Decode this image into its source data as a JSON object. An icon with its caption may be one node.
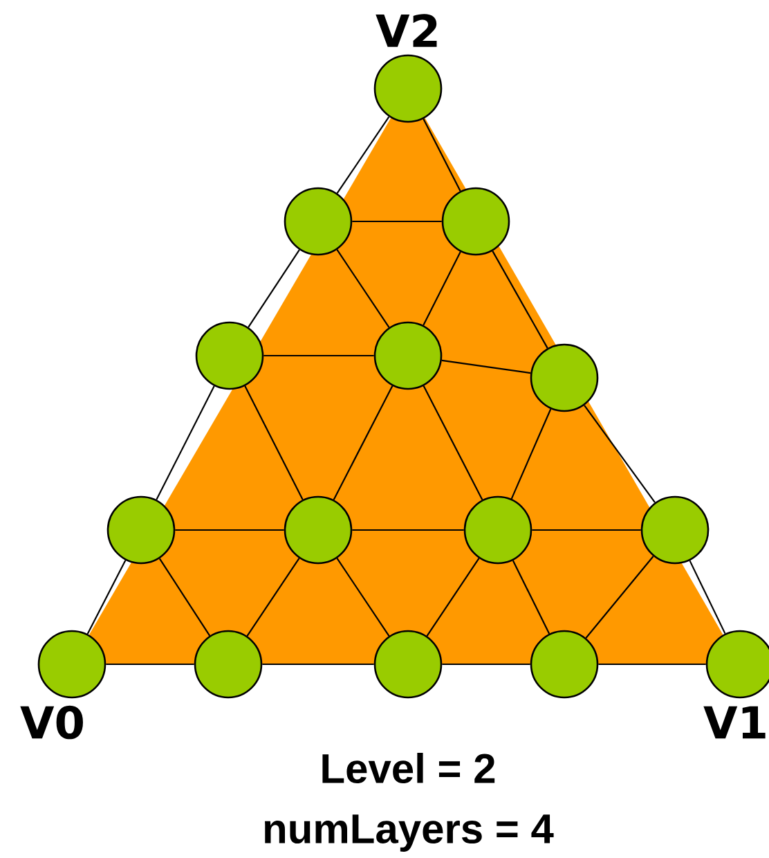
{
  "diagram": {
    "nodes": [
      {
        "text": [],
        "shape": "circle"
      },
      {
        "text": [],
        "shape": "circle"
      },
      {
        "text": [],
        "shape": "circle"
      },
      {
        "text": [],
        "shape": "circle"
      },
      {
        "text": [],
        "shape": "circle"
      },
      {
        "text": [],
        "shape": "circle"
      },
      {
        "text": [],
        "shape": "circle"
      },
      {
        "text": [],
        "shape": "circle"
      },
      {
        "text": [],
        "shape": "circle"
      },
      {
        "text": [],
        "shape": "circle"
      },
      {
        "text": [],
        "shape": "circle"
      },
      {
        "text": [],
        "shape": "circle"
      },
      {
        "text": [],
        "shape": "circle"
      },
      {
        "text": [],
        "shape": "circle"
      },
      {
        "text": [],
        "shape": "circle"
      }
    ],
    "edges": [
      {
        "from": 0,
        "to": 1,
        "arrow": "none"
      },
      {
        "from": 0,
        "to": 2,
        "arrow": "none"
      },
      {
        "from": 1,
        "to": 2,
        "arrow": "none"
      },
      {
        "from": 1,
        "to": 3,
        "arrow": "none"
      },
      {
        "from": 1,
        "to": 4,
        "arrow": "none"
      },
      {
        "from": 2,
        "to": 4,
        "arrow": "none"
      },
      {
        "from": 2,
        "to": 5,
        "arrow": "none"
      },
      {
        "from": 3,
        "to": 4,
        "arrow": "none"
      },
      {
        "from": 4,
        "to": 5,
        "arrow": "none"
      },
      {
        "from": 3,
        "to": 6,
        "arrow": "none"
      },
      {
        "from": 3,
        "to": 7,
        "arrow": "none"
      },
      {
        "from": 4,
        "to": 7,
        "arrow": "none"
      },
      {
        "from": 4,
        "to": 8,
        "arrow": "none"
      },
      {
        "from": 5,
        "to": 8,
        "arrow": "none"
      },
      {
        "from": 5,
        "to": 9,
        "arrow": "none"
      },
      {
        "from": 6,
        "to": 7,
        "arrow": "none"
      },
      {
        "from": 7,
        "to": 8,
        "arrow": "none"
      },
      {
        "from": 8,
        "to": 9,
        "arrow": "none"
      },
      {
        "from": 6,
        "to": 10,
        "arrow": "none"
      },
      {
        "from": 6,
        "to": 11,
        "arrow": "none"
      },
      {
        "from": 7,
        "to": 11,
        "arrow": "none"
      },
      {
        "from": 7,
        "to": 12,
        "arrow": "none"
      },
      {
        "from": 8,
        "to": 12,
        "arrow": "none"
      },
      {
        "from": 8,
        "to": 13,
        "arrow": "none"
      },
      {
        "from": 9,
        "to": 13,
        "arrow": "none"
      },
      {
        "from": 9,
        "to": 14,
        "arrow": "none"
      },
      {
        "from": 10,
        "to": 11,
        "arrow": "none"
      },
      {
        "from": 11,
        "to": 12,
        "arrow": "none"
      },
      {
        "from": 12,
        "to": 13,
        "arrow": "none"
      },
      {
        "from": 13,
        "to": 14,
        "arrow": "none"
      }
    ],
    "labels": [
      "V2",
      "V0",
      "V1",
      "Level = 2",
      "numLayers = 4"
    ]
  }
}
